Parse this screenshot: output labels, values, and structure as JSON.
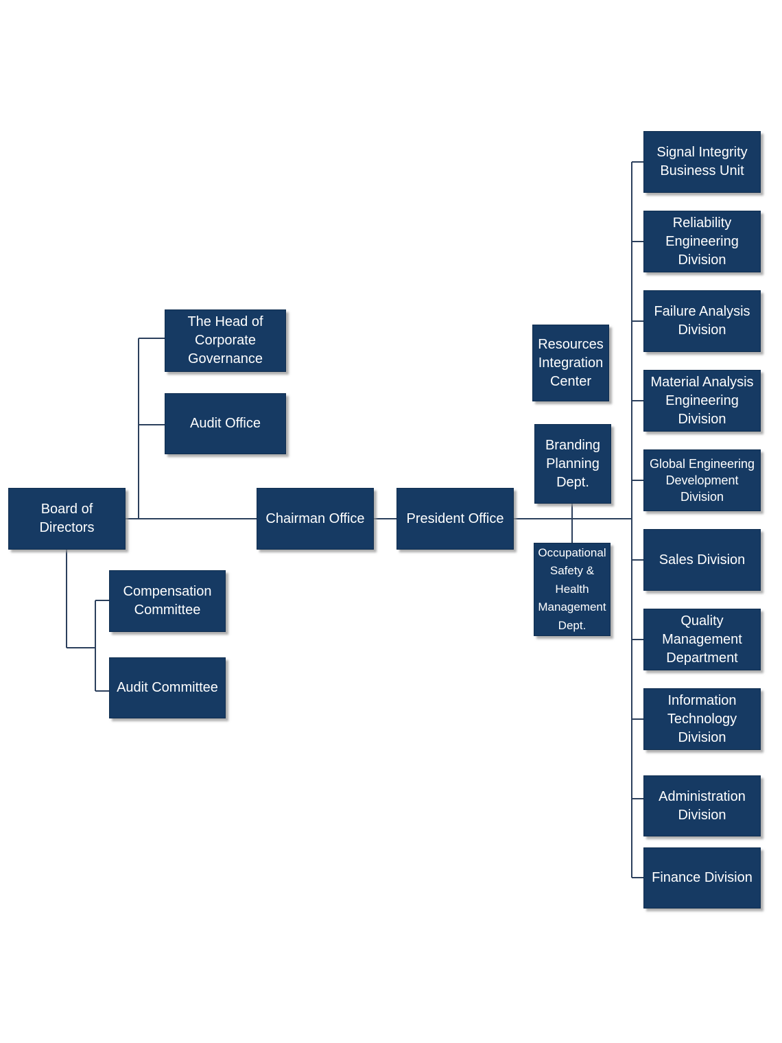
{
  "org_chart": {
    "board": "Board of\nDirectors",
    "head_corporate_governance": "The Head of\nCorporate\nGovernance",
    "audit_office": "Audit Office",
    "compensation_committee": "Compensation\nCommittee",
    "audit_committee": "Audit Committee",
    "chairman_office": "Chairman Office",
    "president_office": "President Office",
    "resources_integration_center": "Resources\nIntegration\nCenter",
    "branding_planning_dept": "Branding\nPlanning\nDept.",
    "occupational_safety_dept": "Occupational\nSafety &\nHealth\nManagement\nDept.",
    "divisions": [
      "Signal Integrity\nBusiness Unit",
      "Reliability\nEngineering\nDivision",
      "Failure Analysis\nDivision",
      "Material Analysis\nEngineering\nDivision",
      "Global Engineering\nDevelopment\nDivision",
      "Sales Division",
      "Quality\nManagement\nDepartment",
      "Information\nTechnology\nDivision",
      "Administration\nDivision",
      "Finance Division"
    ],
    "colors": {
      "box": "#163a63",
      "line": "#2b3f5c",
      "text": "#ffffff"
    }
  }
}
